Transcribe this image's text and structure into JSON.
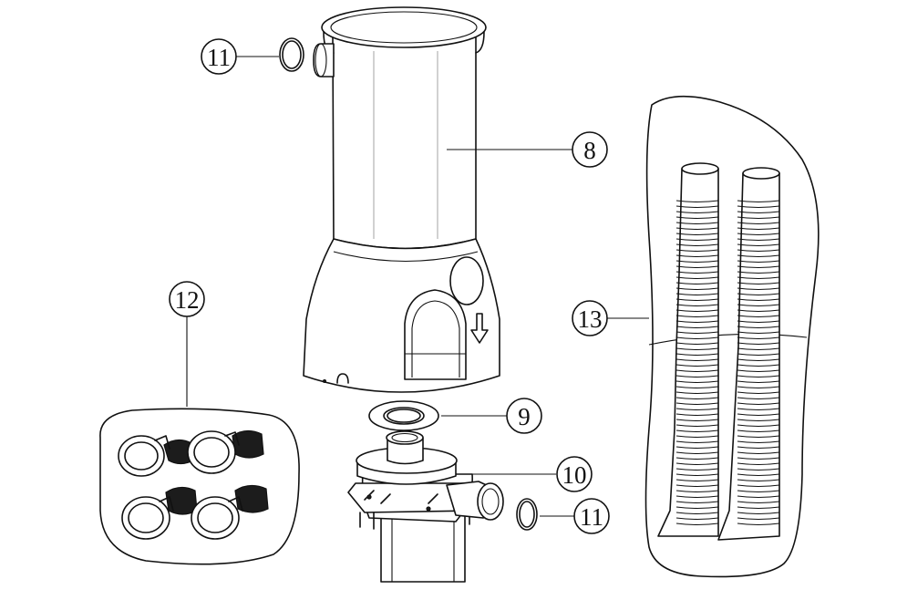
{
  "callouts": {
    "c11_top": "11",
    "c8": "8",
    "c12": "12",
    "c13": "13",
    "c9": "9",
    "c10": "10",
    "c11_bottom": "11"
  }
}
